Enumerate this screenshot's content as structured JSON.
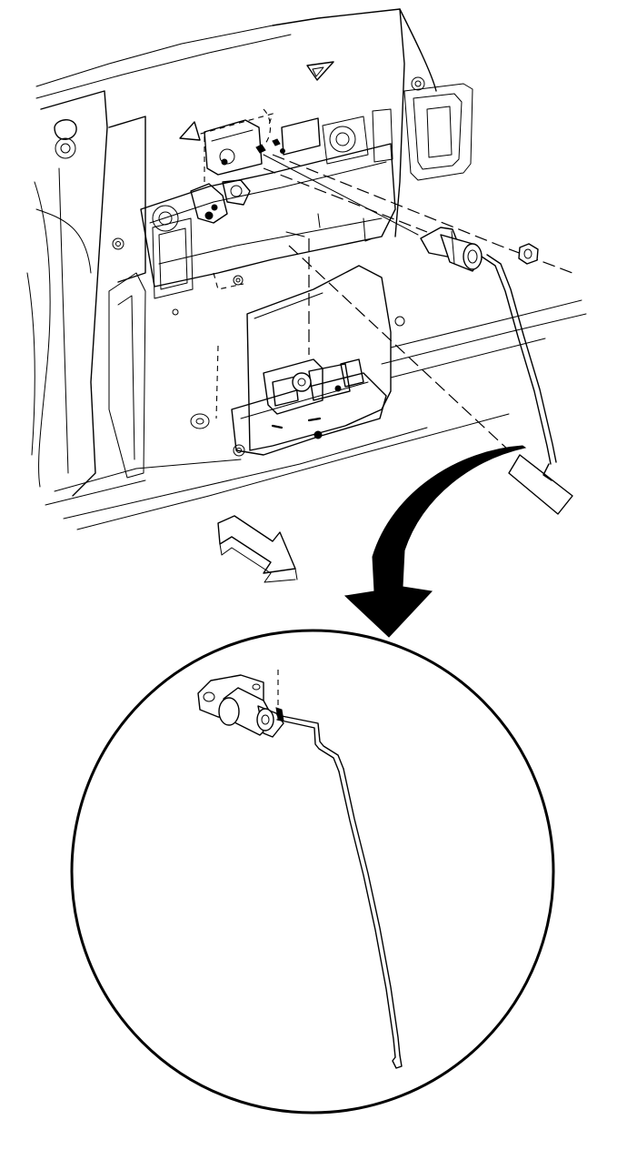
{
  "diagram": {
    "colors": {
      "ink": "#000000",
      "paper": "#ffffff"
    },
    "parts": [
      "door-inner-panel",
      "door-latch-assembly",
      "lock-cylinder",
      "lock-rod",
      "retaining-nut",
      "magnified-detail-view"
    ],
    "icons": [
      "forward-direction-arrow",
      "curved-callout-arrow",
      "view-direction-arrow"
    ]
  }
}
